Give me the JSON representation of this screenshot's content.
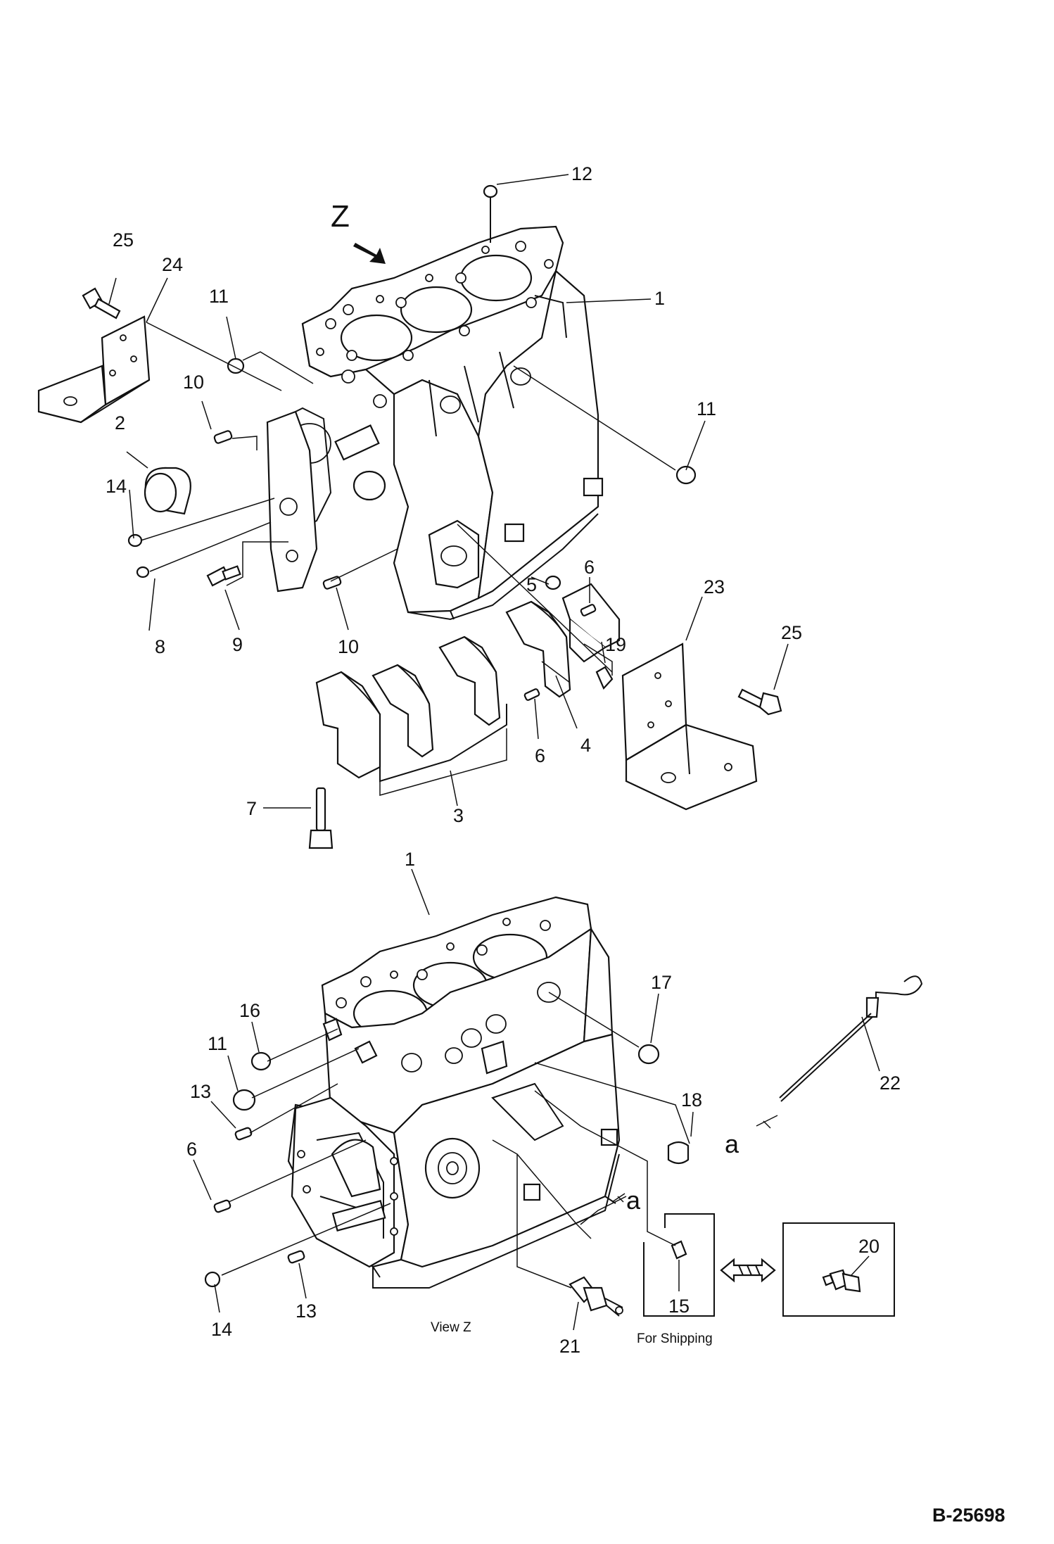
{
  "labels": {
    "view_marker": "Z",
    "view_caption": "View Z",
    "shipping_caption": "For Shipping",
    "ref_a1": "a",
    "ref_a2": "a",
    "drawing_number": "B-25698"
  },
  "callouts": [
    {
      "id": "c12",
      "text": "12"
    },
    {
      "id": "c1_top",
      "text": "1"
    },
    {
      "id": "c25_top",
      "text": "25"
    },
    {
      "id": "c24",
      "text": "24"
    },
    {
      "id": "c11_top",
      "text": "11"
    },
    {
      "id": "c10_top",
      "text": "10"
    },
    {
      "id": "c2",
      "text": "2"
    },
    {
      "id": "c11_right",
      "text": "11"
    },
    {
      "id": "c14_top",
      "text": "14"
    },
    {
      "id": "c8",
      "text": "8"
    },
    {
      "id": "c9",
      "text": "9"
    },
    {
      "id": "c10_bottom",
      "text": "10"
    },
    {
      "id": "c5",
      "text": "5"
    },
    {
      "id": "c6_top",
      "text": "6"
    },
    {
      "id": "c23",
      "text": "23"
    },
    {
      "id": "c25_right",
      "text": "25"
    },
    {
      "id": "c19",
      "text": "19"
    },
    {
      "id": "c6_mid",
      "text": "6"
    },
    {
      "id": "c4",
      "text": "4"
    },
    {
      "id": "c7",
      "text": "7"
    },
    {
      "id": "c3",
      "text": "3"
    },
    {
      "id": "c1_bottom",
      "text": "1"
    },
    {
      "id": "c17",
      "text": "17"
    },
    {
      "id": "c16",
      "text": "16"
    },
    {
      "id": "c11_bottom",
      "text": "11"
    },
    {
      "id": "c22",
      "text": "22"
    },
    {
      "id": "c13_top",
      "text": "13"
    },
    {
      "id": "c18",
      "text": "18"
    },
    {
      "id": "c6_bottom",
      "text": "6"
    },
    {
      "id": "c20",
      "text": "20"
    },
    {
      "id": "c14_bottom",
      "text": "14"
    },
    {
      "id": "c13_bottom",
      "text": "13"
    },
    {
      "id": "c15",
      "text": "15"
    },
    {
      "id": "c21",
      "text": "21"
    }
  ]
}
